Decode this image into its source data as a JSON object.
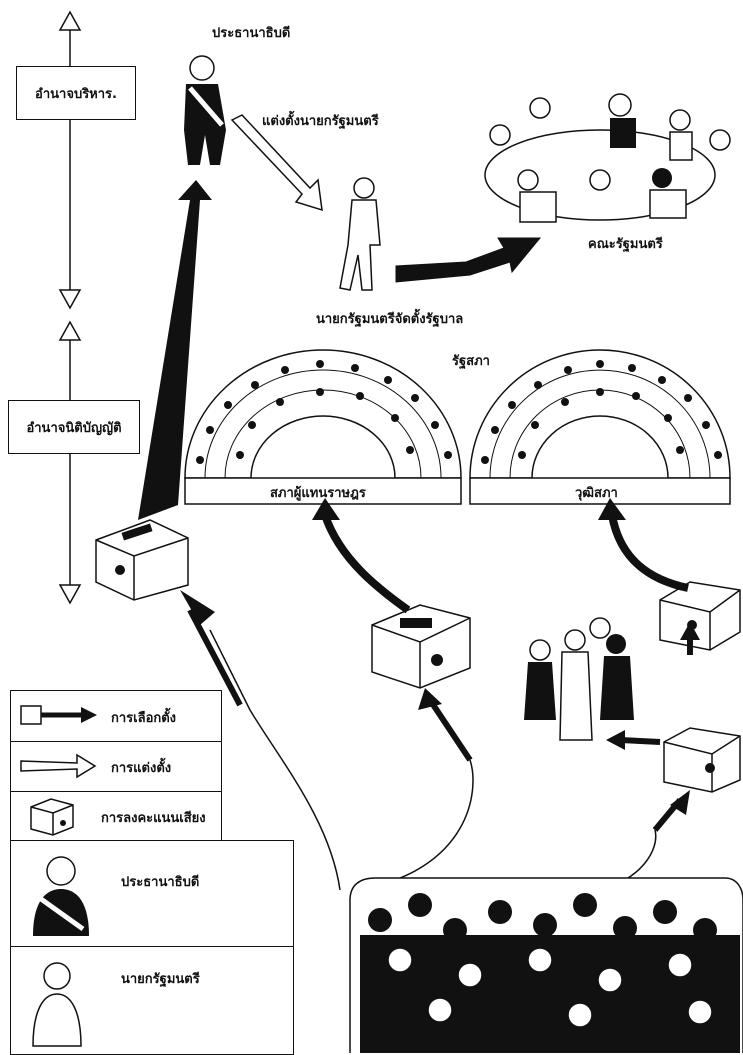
{
  "labels": {
    "president": "ประธานาธิบดี",
    "appoint_pm": "แต่งตั้งนายกรัฐมนตรี",
    "cabinet": "คณะรัฐมนตรี",
    "pm_forms_government": "นายกรัฐมนตรีจัดตั้งรัฐบาล",
    "congress": "รัฐสภา",
    "house": "สภาผู้แทนราษฎร",
    "senate": "วุฒิสภา",
    "executive_power": "อำนาจบริหาร.",
    "legislative_power": "อำนาจนิติบัญญัติ"
  },
  "legend": {
    "election": "การเลือกตั้ง",
    "appointment": "การแต่งตั้ง",
    "voting": "การลงคะแนนเสียง",
    "president": "ประธานาธิบดี",
    "prime_minister": "นายกรัฐมนตรี"
  },
  "colors": {
    "ink": "#111111",
    "paper": "#ffffff"
  }
}
